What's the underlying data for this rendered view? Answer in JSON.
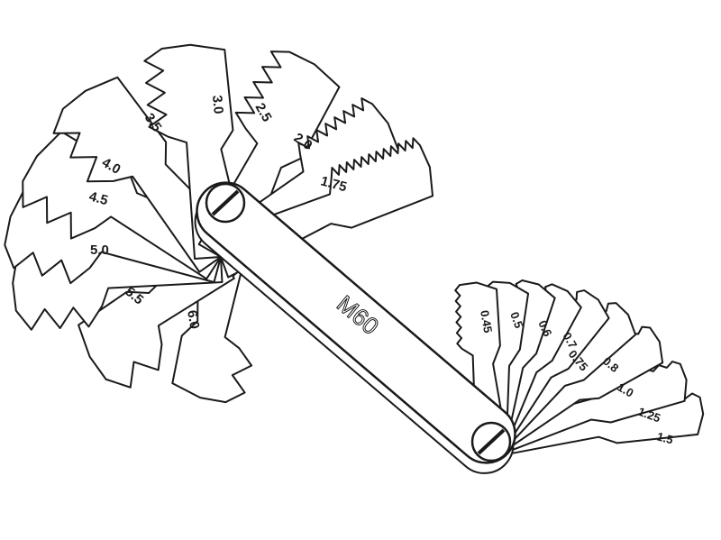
{
  "gauge": {
    "model": "M60",
    "large_blades": [
      "1.75",
      "2.0",
      "2.5",
      "3.0",
      "3.5",
      "4.0",
      "4.5",
      "5.0",
      "5.5",
      "6.0"
    ],
    "small_blades": [
      "0.45",
      "0.5",
      "0.6",
      "0.7",
      "0.75",
      "0.8",
      "1.0",
      "1.25",
      "1.5"
    ],
    "line_color": "#1a1a1a",
    "fill_color": "#ffffff"
  }
}
